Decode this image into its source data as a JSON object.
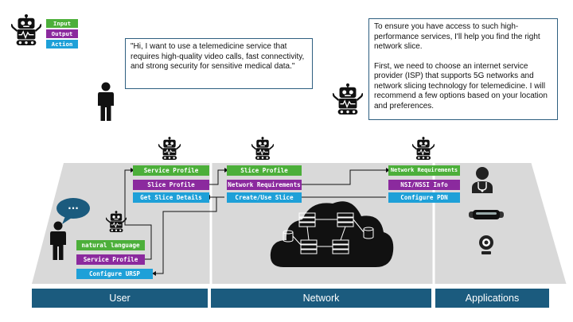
{
  "legend": {
    "input": "Input",
    "output": "Output",
    "action": "Action"
  },
  "user_quote": "\"Hi, I want to use a telemedicine service that requires high-quality video calls, fast connectivity, and strong security for sensitive medical data.\"",
  "agent_reply": {
    "p1": "To ensure you have access to such high-performance services, I'll help you find the right network slice.",
    "p2": "First, we need to choose an internet service provider (ISP) that supports 5G networks and network slicing technology for telemedicine. I will recommend a few options based on your location and preferences."
  },
  "speech_bubble": "...",
  "user_agent": {
    "input": "Service Profile",
    "output": "Slice Profile",
    "action": "Get Slice Details"
  },
  "ue_agent": {
    "input": "natural language",
    "output": "Service Profile",
    "action": "Configure URSP"
  },
  "network_agent": {
    "input": "Slice Profile",
    "output": "Network Requirements",
    "action": "Create/Use Slice"
  },
  "app_agent": {
    "input": "Network Requirements",
    "output": "NSI/NSSI Info",
    "action": "Configure PDN"
  },
  "panels": {
    "user": "User",
    "network": "Network",
    "applications": "Applications"
  },
  "colors": {
    "input": "#4caf3a",
    "output": "#8b2a9e",
    "action": "#1ea0d8",
    "panel_bar": "#1b5b7e",
    "panel_bg": "#d9d9d9"
  }
}
